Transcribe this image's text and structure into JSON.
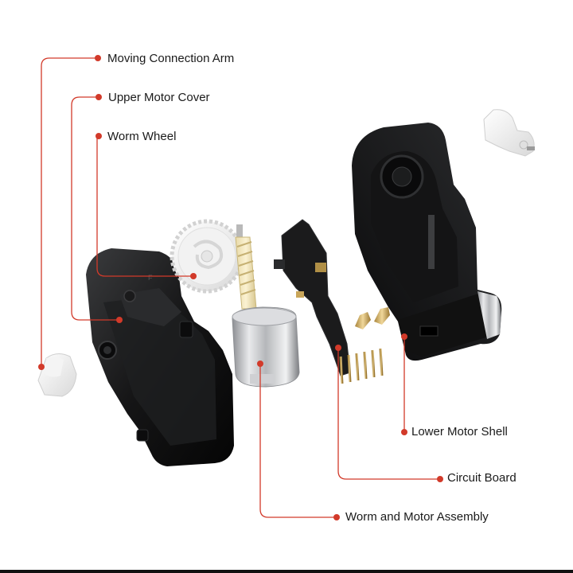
{
  "diagram": {
    "leader_color": "#d23a2a",
    "labels": {
      "moving_connection_arm": "Moving Connection Arm",
      "upper_motor_cover": "Upper Motor Cover",
      "worm_wheel": "Worm Wheel",
      "lower_motor_shell": "Lower Motor Shell",
      "circuit_board": "Circuit Board",
      "worm_motor_assembly": "Worm and Motor Assembly"
    },
    "parts": [
      "moving-connection-arm",
      "upper-motor-cover",
      "worm-wheel",
      "worm-and-motor-assembly",
      "circuit-board",
      "lower-motor-shell"
    ]
  }
}
